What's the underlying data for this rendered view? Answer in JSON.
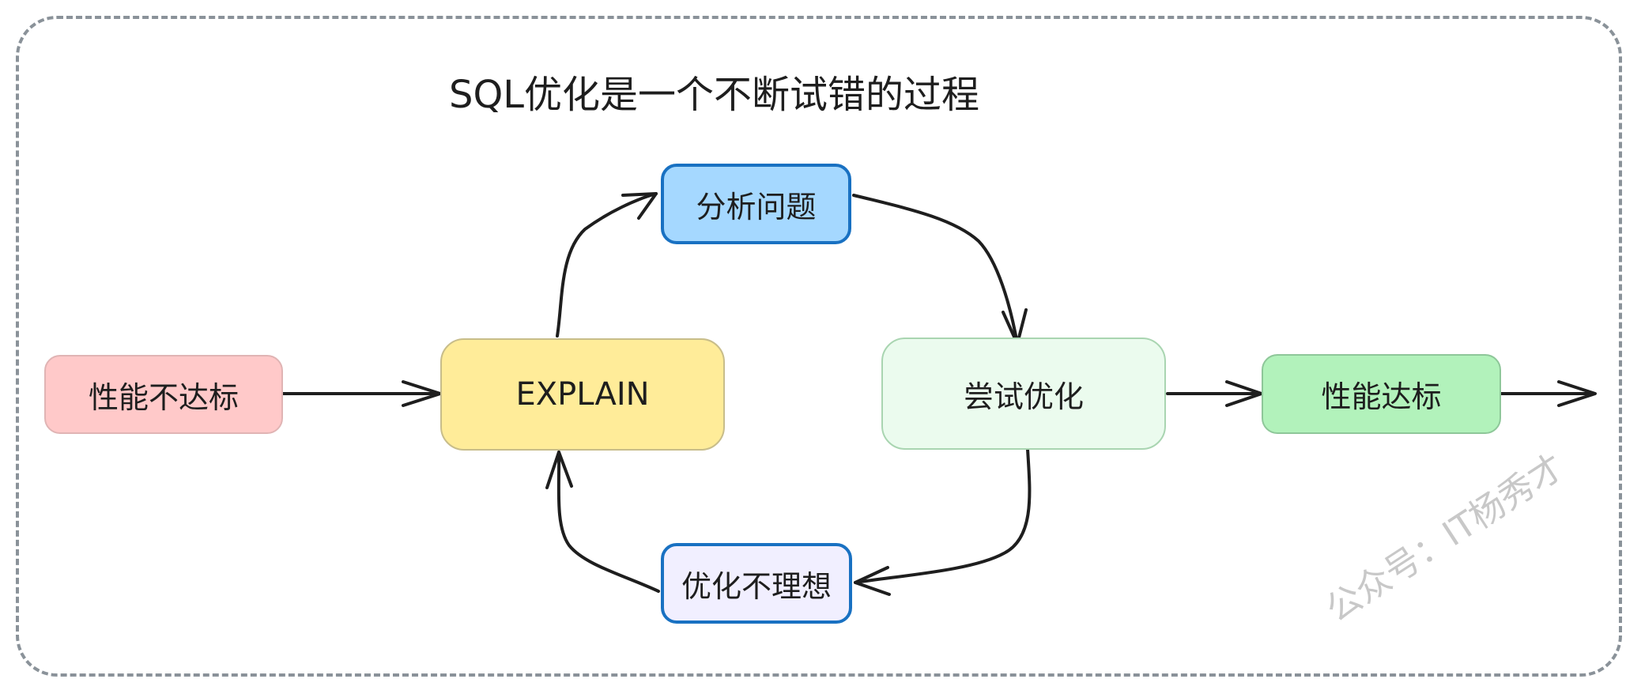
{
  "title": "SQL优化是一个不断试错的过程",
  "nodes": {
    "performance_not_met": "性能不达标",
    "explain": "EXPLAIN",
    "analyze_problem": "分析问题",
    "try_optimize": "尝试优化",
    "optimization_unsatisfactory": "优化不理想",
    "performance_met": "性能达标"
  },
  "colors": {
    "performance_not_met": "#ffc9c9",
    "explain": "#ffec99",
    "analyze_problem": "#a5d8ff",
    "try_optimize": "#ebfbee",
    "optimization_unsatisfactory": "#f1efff",
    "performance_met": "#b2f2bb",
    "accent_border": "#1971c2",
    "stroke": "#1e1e1e"
  },
  "watermark": "公众号：IT杨秀才"
}
